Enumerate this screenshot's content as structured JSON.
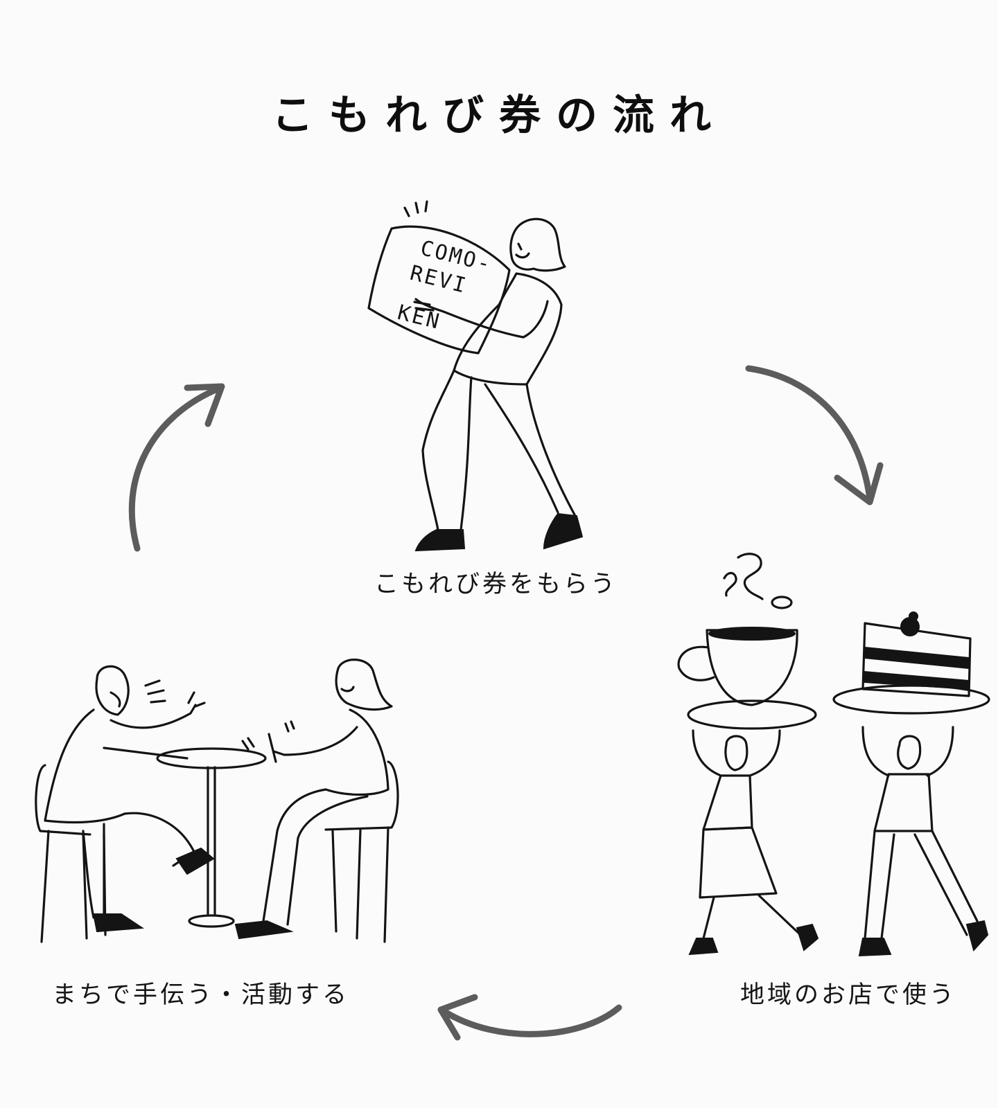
{
  "title": "こもれび券の流れ",
  "steps": [
    {
      "label": "こもれび券をもらう",
      "icon": "person-carrying-voucher-icon"
    },
    {
      "label": "地域のお店で使う",
      "icon": "people-carrying-coffee-and-cake-icon"
    },
    {
      "label": "まちで手伝う・活動する",
      "icon": "people-talking-at-table-icon"
    }
  ],
  "sign": {
    "line1": "COMO-",
    "line2": "REVI",
    "line3": "KEN"
  },
  "colors": {
    "ink": "#141414",
    "arrow": "#5c5c5c",
    "background": "#fbfbfb"
  }
}
